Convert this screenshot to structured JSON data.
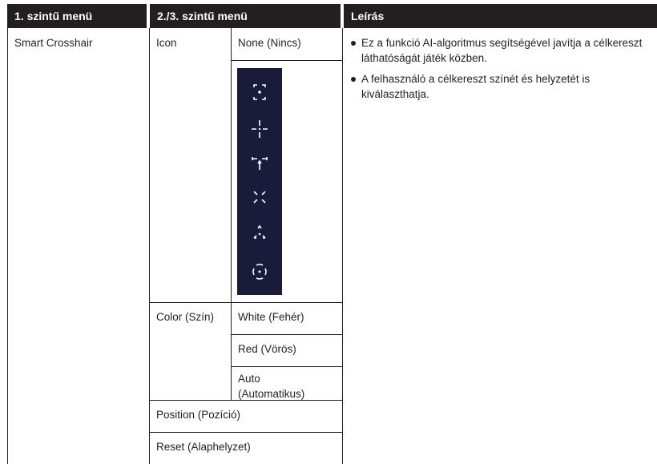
{
  "header": {
    "col1": "1. szintű menü",
    "col2": "2./3. szintű menü",
    "col3": "Leírás"
  },
  "rows": {
    "smart_crosshair": "Smart Crosshair",
    "icon": "Icon",
    "none": "None (Nincs)",
    "color": "Color (Szín)",
    "white": "White (Fehér)",
    "red": "Red (Vörös)",
    "auto": "Auto (Automatikus)",
    "position": "Position (Pozíció)",
    "reset": "Reset (Alaphelyzet)"
  },
  "description": [
    "Ez a funkció AI-algoritmus segítségével javítja a célkereszt láthatóságát játék közben.",
    "A felhasználó a célkereszt színét és helyzetét is kiválaszthatja."
  ],
  "icons": [
    "corner-crosshair-icon",
    "cross-crosshair-icon",
    "arrow-crosshair-icon",
    "x-crosshair-icon",
    "triangle-crosshair-icon",
    "circle-dot-crosshair-icon"
  ],
  "colors": {
    "header_bg": "#231f20",
    "icon_panel_bg": "#1a1a3a",
    "rule": "#231f20"
  }
}
